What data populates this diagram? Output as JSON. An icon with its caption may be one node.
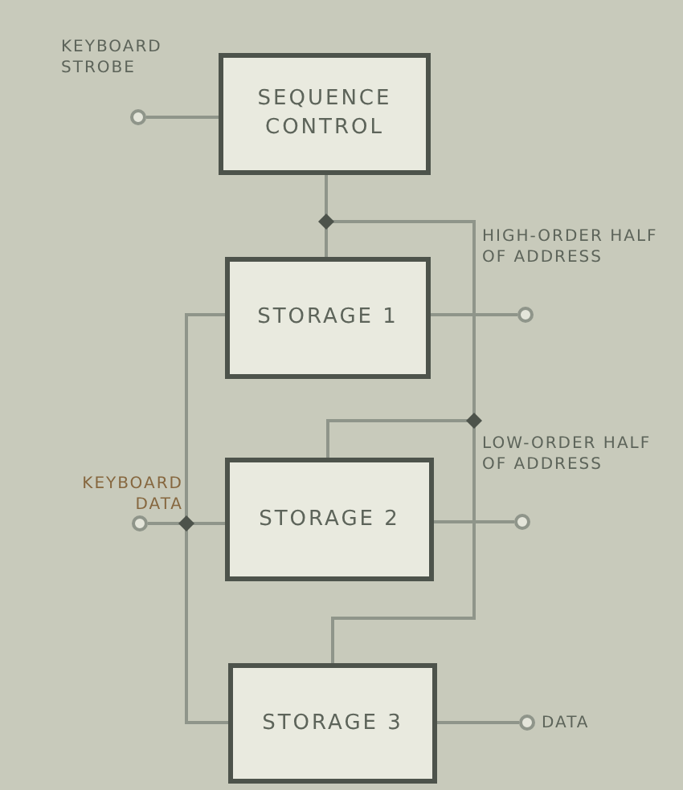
{
  "diagram": {
    "nodes": [
      {
        "text": [],
        "shape": "circle",
        "beside": [
          "KEYBOARD STROBE"
        ]
      },
      {
        "text": [
          "SEQUENCE CONTROL"
        ]
      },
      {
        "text": [
          "STORAGE 1"
        ]
      },
      {
        "text": [],
        "shape": "circle",
        "beside": [
          "HIGH-ORDER HALF OF ADDRESS"
        ]
      },
      {
        "text": [],
        "shape": "circle",
        "beside": [
          "KEYBOARD DATA"
        ]
      },
      {
        "text": [
          "STORAGE 2"
        ]
      },
      {
        "text": [],
        "shape": "circle",
        "beside": [
          "LOW-ORDER HALF OF ADDRESS"
        ]
      },
      {
        "text": [
          "STORAGE 3"
        ]
      },
      {
        "text": [],
        "shape": "circle",
        "beside": [
          "DATA"
        ]
      }
    ],
    "edges": [
      {
        "from": 0,
        "to": 1,
        "arrow": "none"
      },
      {
        "from": 1,
        "to": 2,
        "arrow": "none"
      },
      {
        "from": 1,
        "to": 5,
        "arrow": "none"
      },
      {
        "from": 1,
        "to": 7,
        "arrow": "none"
      },
      {
        "from": 2,
        "to": 3,
        "arrow": "none"
      },
      {
        "from": 4,
        "to": 2,
        "arrow": "none"
      },
      {
        "from": 4,
        "to": 5,
        "arrow": "none"
      },
      {
        "from": 4,
        "to": 7,
        "arrow": "none"
      },
      {
        "from": 5,
        "to": 6,
        "arrow": "none"
      },
      {
        "from": 7,
        "to": 8,
        "arrow": "none"
      }
    ]
  }
}
